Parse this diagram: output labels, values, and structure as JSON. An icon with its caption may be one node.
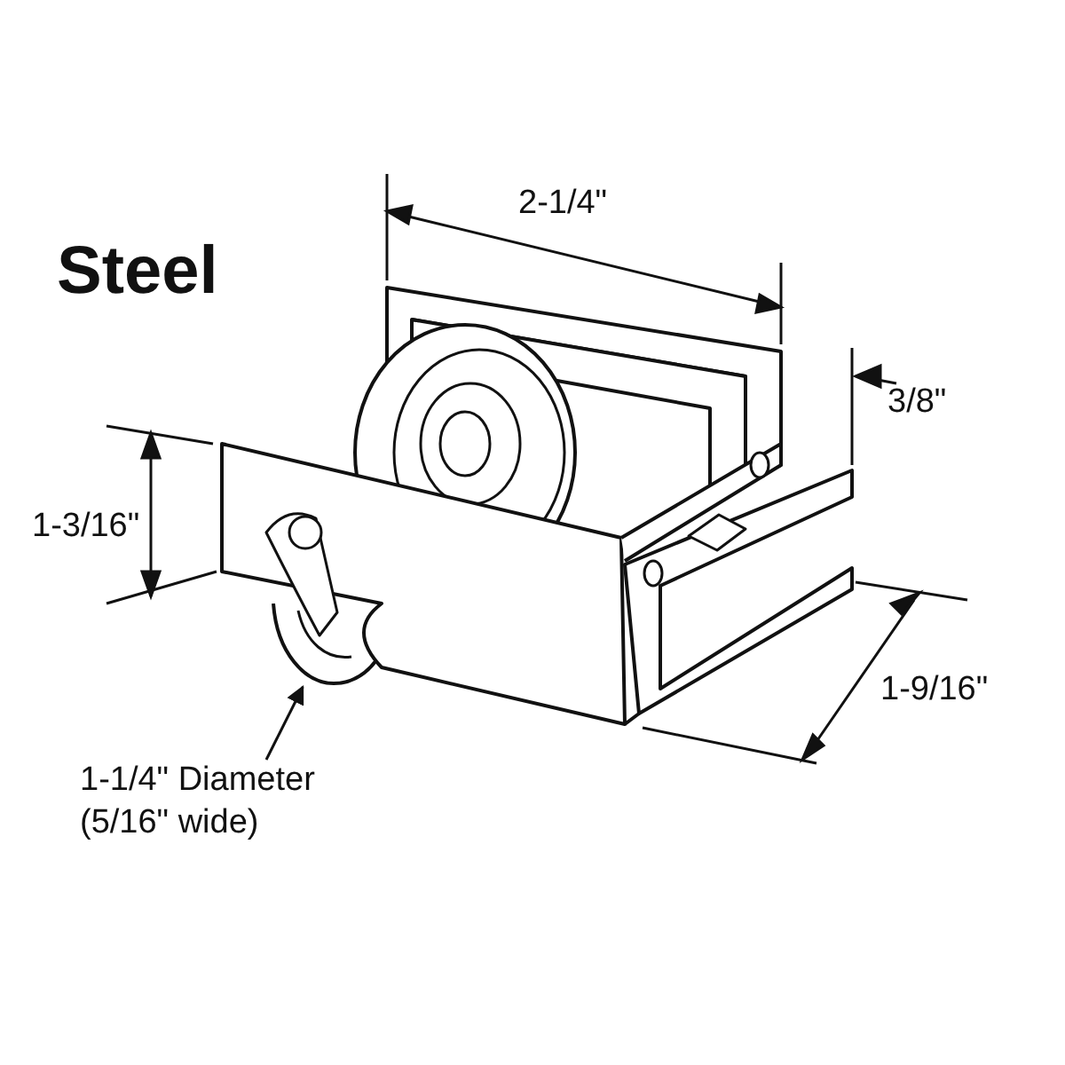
{
  "diagram": {
    "nodes": [
      {
        "text": [
          "1-1/4\" Diameter (5/16\" wide)"
        ]
      },
      {
        "text": [],
        "shape": "circle"
      }
    ],
    "edges": [
      {
        "from": 0,
        "to": 1,
        "arrow": "to"
      }
    ],
    "labels": [
      "Steel",
      "2-1/4\"",
      "3/8\"",
      "1-3/16\"",
      "1-9/16\""
    ]
  }
}
